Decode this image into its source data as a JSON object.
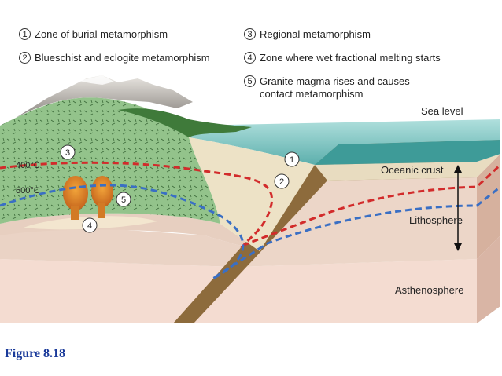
{
  "legend": [
    {
      "number": "1",
      "text": "Zone of burial metamorphism"
    },
    {
      "number": "2",
      "text": "Blueschist and eclogite metamorphism"
    },
    {
      "number": "3",
      "text": "Regional metamorphism"
    },
    {
      "number": "4",
      "text": "Zone where wet fractional melting starts"
    },
    {
      "number": "5",
      "text": "Granite magma rises and causes",
      "text2": "contact metamorphism"
    }
  ],
  "labels": {
    "sea_level": "Sea level",
    "oceanic_crust": "Oceanic crust",
    "lithosphere": "Lithosphere",
    "asthenosphere": "Asthenosphere",
    "isotherm_400": "400°C",
    "isotherm_600": "600°C"
  },
  "markers": {
    "m1": "1",
    "m2": "2",
    "m3": "3",
    "m4": "4",
    "m5": "5"
  },
  "caption": "Figure 8.18",
  "colors": {
    "isotherm_400": "#d22b2b",
    "isotherm_600": "#3a6fc4",
    "ocean": "#5fb3b0",
    "continental_crust": "#8fc08a",
    "subducting_slab": "#8a6a3a",
    "asthenosphere": "#f2d8cc",
    "caption": "#1a3a9a"
  }
}
